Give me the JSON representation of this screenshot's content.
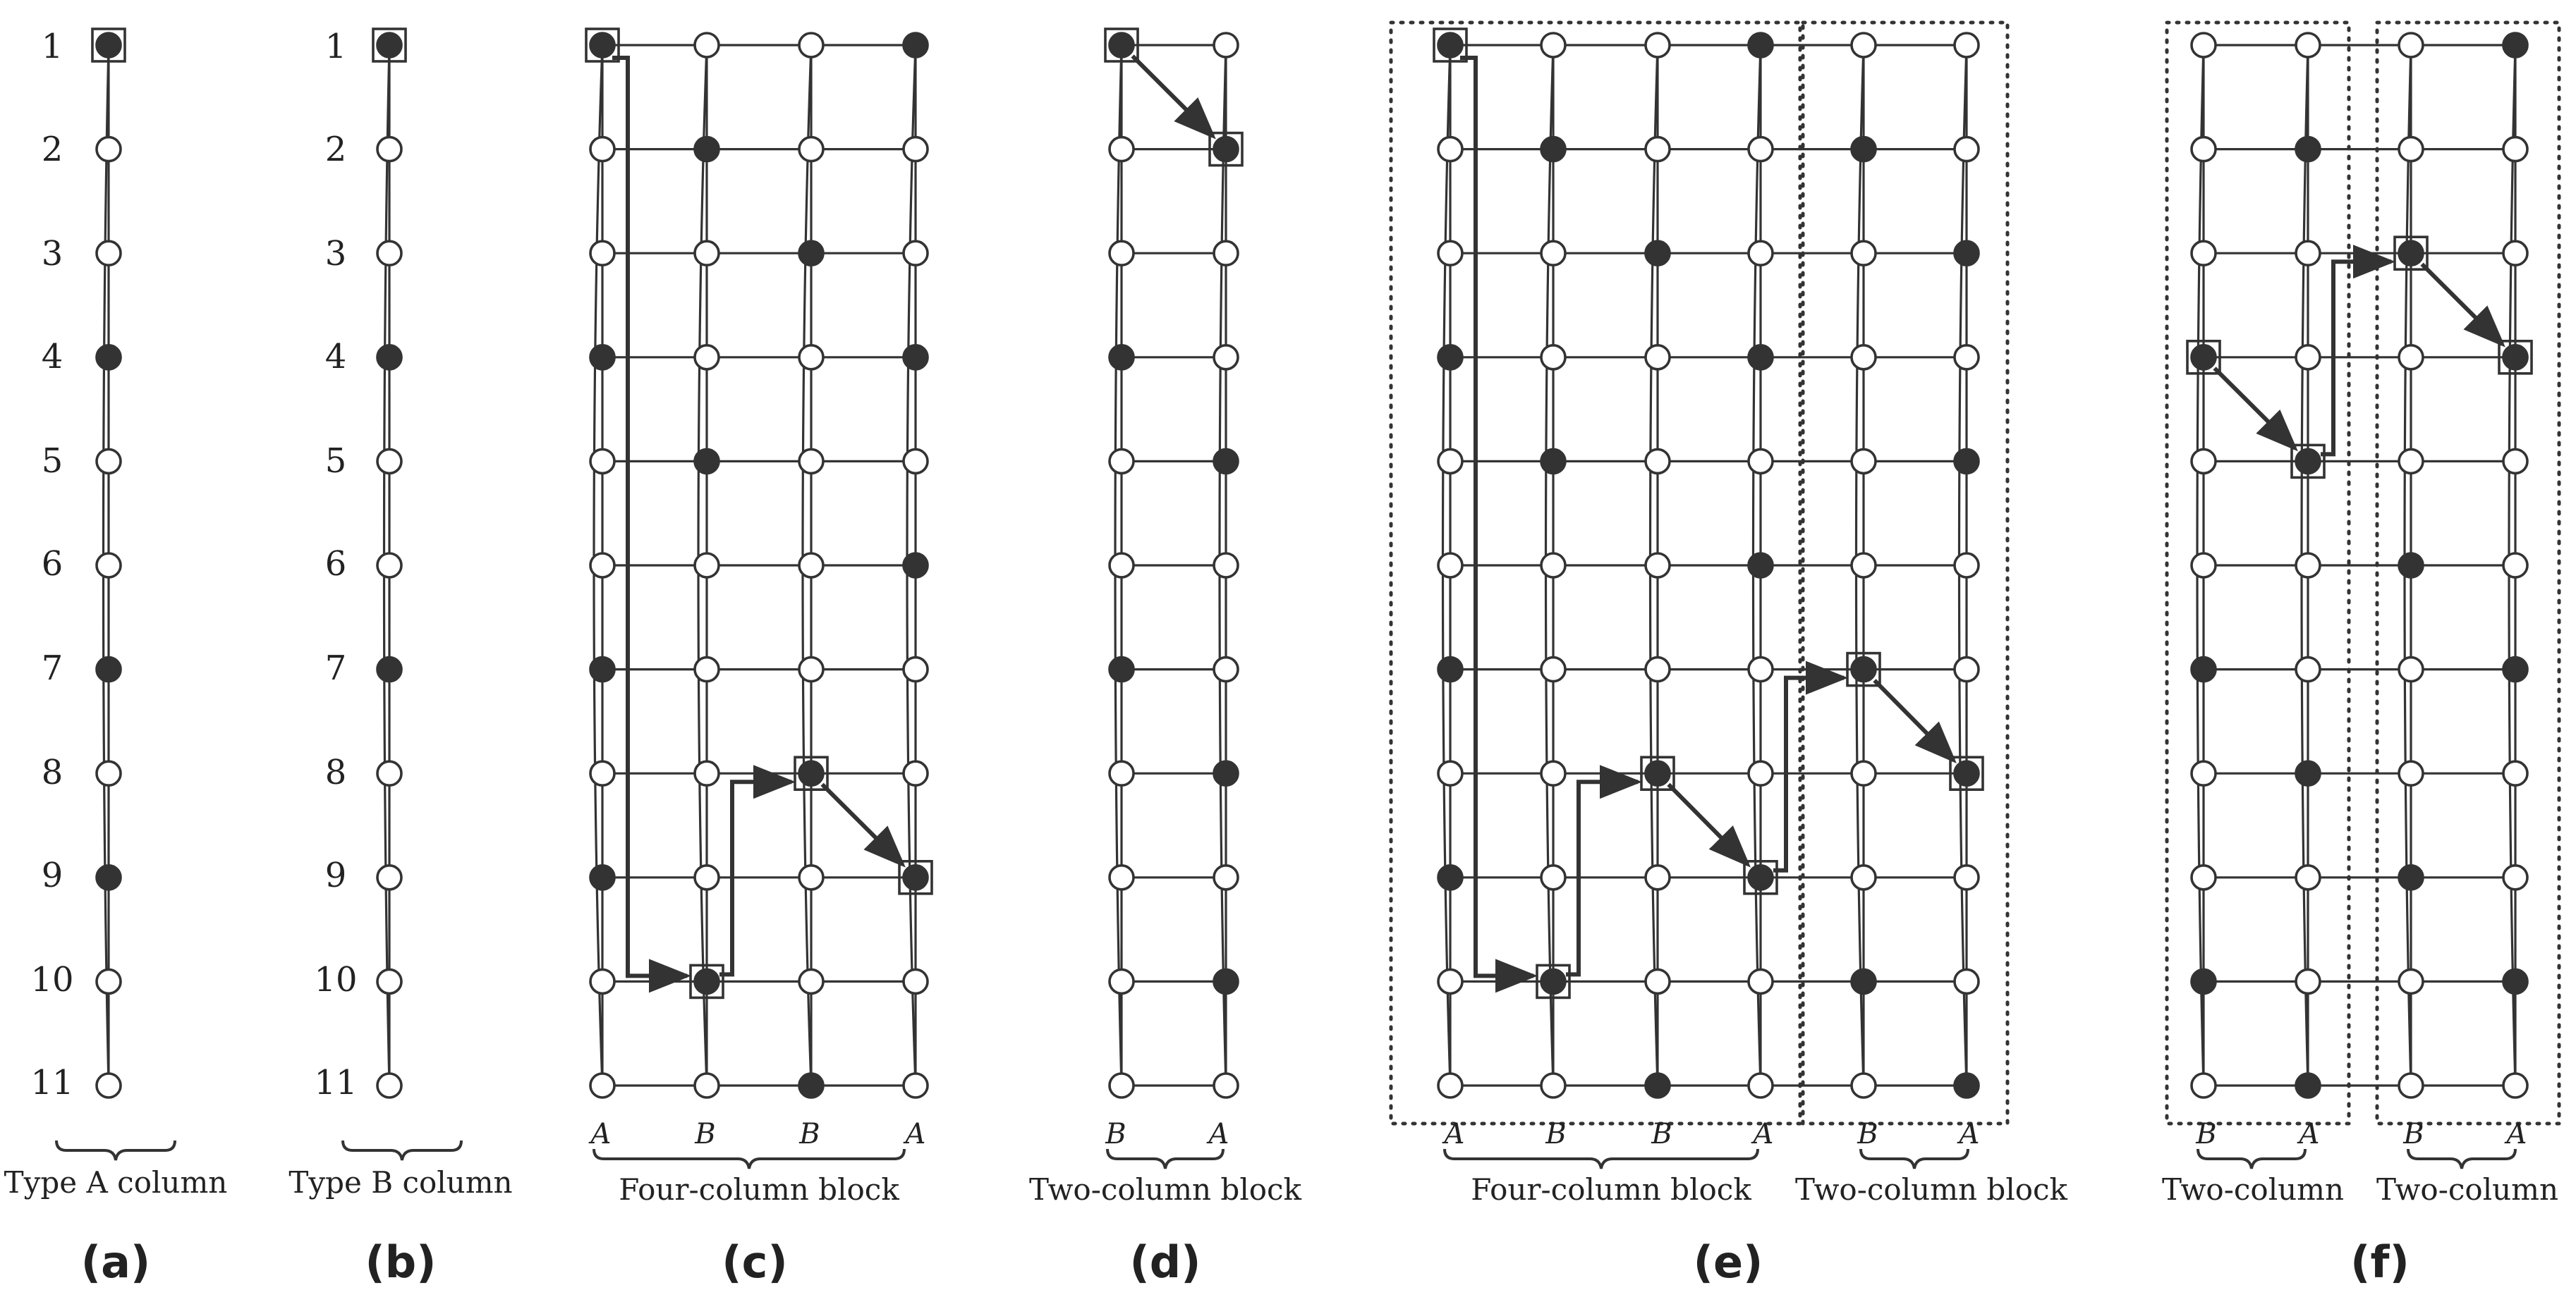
{
  "row_labels": [
    "1",
    "2",
    "3",
    "4",
    "5",
    "6",
    "7",
    "8",
    "9",
    "10",
    "11"
  ],
  "panels": {
    "a": {
      "label": "(a)",
      "caption": "Type A column"
    },
    "b": {
      "label": "(b)",
      "caption": "Type B column"
    },
    "c": {
      "label": "(c)",
      "caption": "Four-column block",
      "columns": [
        "A",
        "B",
        "B",
        "A"
      ]
    },
    "d": {
      "label": "(d)",
      "caption": "Two-column block",
      "columns": [
        "B",
        "A"
      ]
    },
    "e": {
      "label": "(e)",
      "caption_left": "Four-column block",
      "caption_right": "Two-column block",
      "columns": [
        "A",
        "B",
        "B",
        "A",
        "B",
        "A"
      ]
    },
    "f": {
      "label": "(f)",
      "caption_left": "Two-column",
      "caption_right": "Two-column",
      "columns": [
        "B",
        "A",
        "B",
        "A"
      ]
    }
  },
  "column_types": {
    "A": {
      "filled_rows": [
        1,
        4,
        7,
        9
      ]
    },
    "B": {
      "filled_rows": [
        1,
        4,
        7
      ]
    }
  },
  "diagram_nodes": {
    "c": {
      "filled": [
        [
          0,
          1
        ],
        [
          0,
          4
        ],
        [
          0,
          7
        ],
        [
          0,
          9
        ],
        [
          1,
          2
        ],
        [
          1,
          5
        ],
        [
          1,
          10
        ],
        [
          2,
          3
        ],
        [
          2,
          8
        ],
        [
          2,
          11
        ],
        [
          3,
          1
        ],
        [
          3,
          4
        ],
        [
          3,
          6
        ],
        [
          3,
          9
        ]
      ],
      "boxed": [
        [
          0,
          1
        ],
        [
          1,
          10
        ],
        [
          2,
          8
        ],
        [
          3,
          9
        ]
      ]
    },
    "d": {
      "filled": [
        [
          0,
          1
        ],
        [
          0,
          4
        ],
        [
          0,
          7
        ],
        [
          1,
          2
        ],
        [
          1,
          5
        ],
        [
          1,
          8
        ],
        [
          1,
          10
        ]
      ],
      "boxed": [
        [
          0,
          1
        ],
        [
          1,
          2
        ]
      ]
    },
    "e": {
      "filled": [
        [
          0,
          1
        ],
        [
          0,
          4
        ],
        [
          0,
          7
        ],
        [
          0,
          9
        ],
        [
          1,
          2
        ],
        [
          1,
          5
        ],
        [
          1,
          10
        ],
        [
          2,
          3
        ],
        [
          2,
          8
        ],
        [
          2,
          11
        ],
        [
          3,
          1
        ],
        [
          3,
          4
        ],
        [
          3,
          6
        ],
        [
          3,
          9
        ],
        [
          4,
          2
        ],
        [
          4,
          7
        ],
        [
          4,
          10
        ],
        [
          5,
          3
        ],
        [
          5,
          5
        ],
        [
          5,
          8
        ],
        [
          5,
          11
        ]
      ],
      "boxed": [
        [
          0,
          1
        ],
        [
          1,
          10
        ],
        [
          2,
          8
        ],
        [
          3,
          9
        ],
        [
          4,
          7
        ],
        [
          5,
          8
        ]
      ]
    },
    "f": {
      "filled": [
        [
          0,
          4
        ],
        [
          0,
          7
        ],
        [
          0,
          10
        ],
        [
          1,
          2
        ],
        [
          1,
          5
        ],
        [
          1,
          8
        ],
        [
          1,
          11
        ],
        [
          2,
          3
        ],
        [
          2,
          6
        ],
        [
          2,
          9
        ],
        [
          3,
          1
        ],
        [
          3,
          4
        ],
        [
          3,
          7
        ],
        [
          3,
          10
        ]
      ],
      "boxed": [
        [
          0,
          4
        ],
        [
          1,
          5
        ],
        [
          2,
          3
        ],
        [
          3,
          4
        ]
      ]
    }
  },
  "diagram_paths": {
    "c": [
      [
        0,
        1
      ],
      [
        1,
        10
      ],
      [
        2,
        8
      ],
      [
        3,
        9
      ]
    ],
    "d": [
      [
        0,
        1
      ],
      [
        1,
        2
      ]
    ],
    "e": [
      [
        0,
        1
      ],
      [
        1,
        10
      ],
      [
        2,
        8
      ],
      [
        3,
        9
      ],
      [
        4,
        7
      ],
      [
        5,
        8
      ]
    ],
    "f": [
      [
        0,
        4
      ],
      [
        1,
        5
      ],
      [
        2,
        3
      ],
      [
        3,
        4
      ]
    ]
  },
  "colors": {
    "ink": "#333333",
    "background": "#ffffff"
  }
}
